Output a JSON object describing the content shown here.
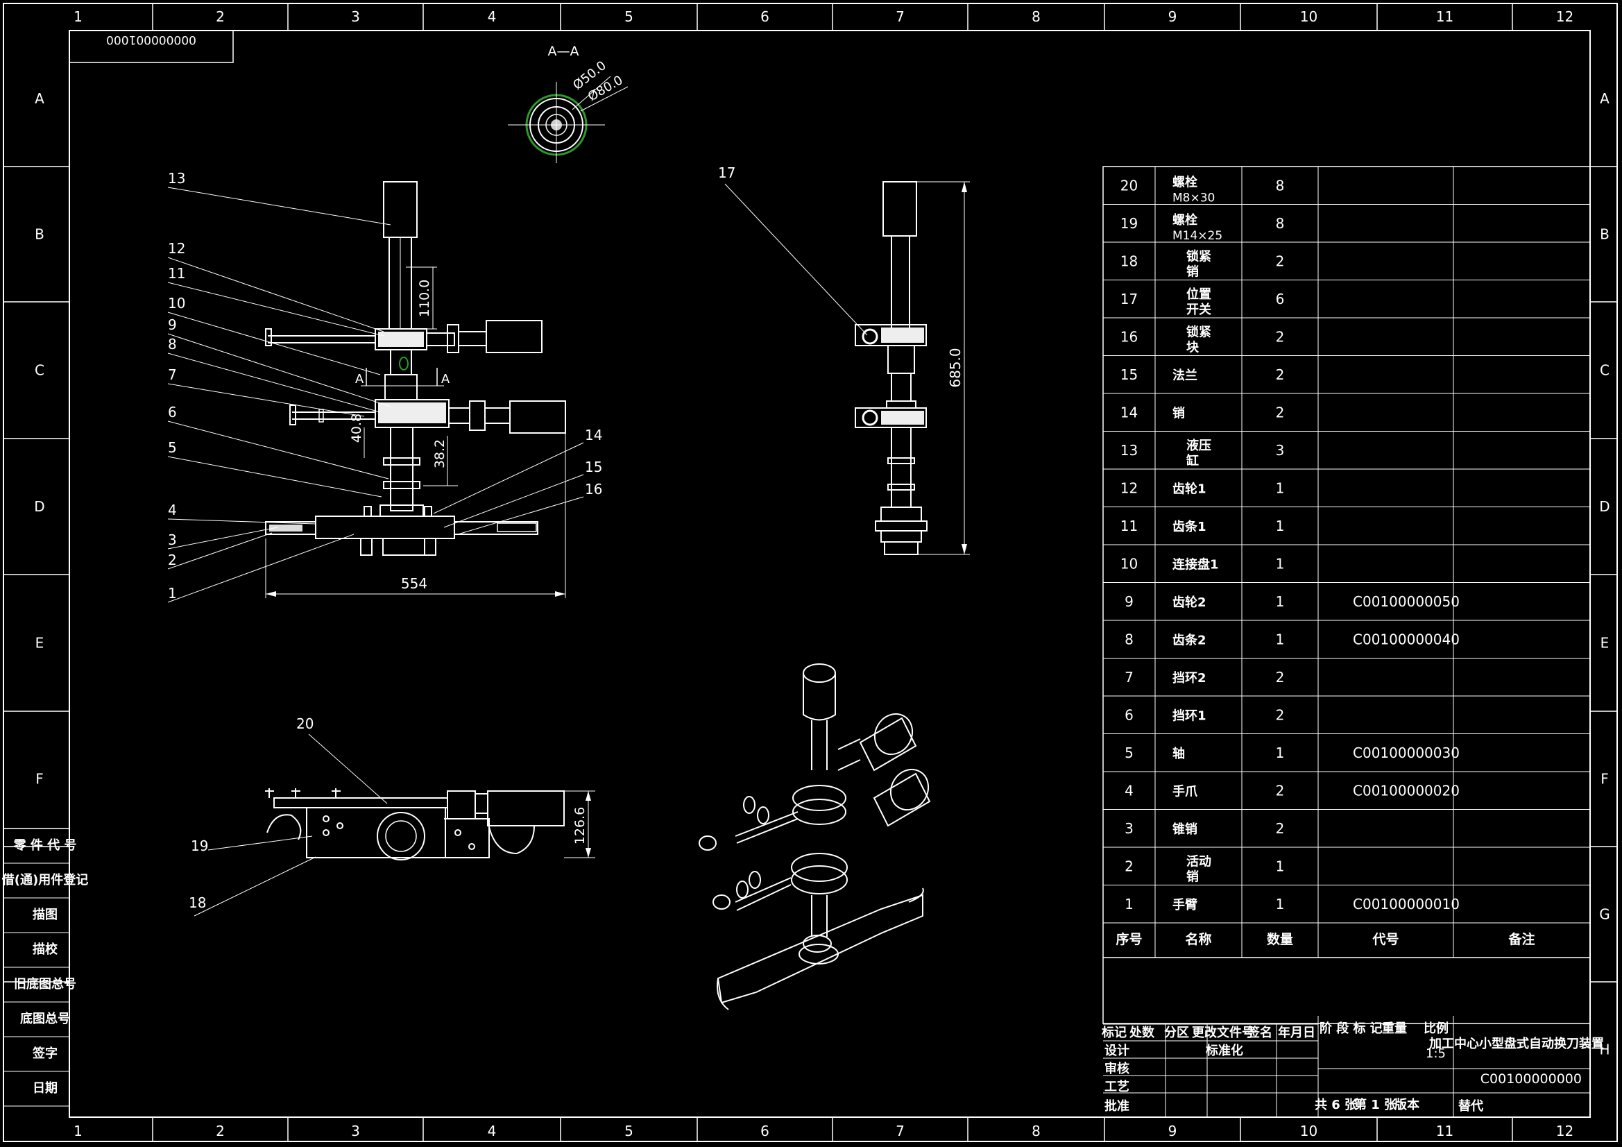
{
  "frame": {
    "cols": [
      "1",
      "2",
      "3",
      "4",
      "5",
      "6",
      "7",
      "8",
      "9",
      "10",
      "11",
      "12"
    ],
    "rows": [
      "A",
      "B",
      "C",
      "D",
      "E",
      "F",
      "G",
      "H"
    ]
  },
  "drawing_no_box": "000000001000",
  "section_label": "A—A",
  "section_dims": [
    "Ø50.0",
    "Ø80.0"
  ],
  "front_view": {
    "dims": [
      "110.0",
      "40.8",
      "38.2",
      "554"
    ],
    "section_marks": [
      "A",
      "A"
    ],
    "balloons": [
      "13",
      "12",
      "11",
      "10",
      "9",
      "8",
      "7",
      "6",
      "5",
      "4",
      "3",
      "2",
      "1",
      "14",
      "15",
      "16"
    ]
  },
  "side_view": {
    "dims": [
      "685.0"
    ],
    "balloons": [
      "17"
    ]
  },
  "top_view": {
    "dims": [
      "126.6"
    ],
    "balloons": [
      "20",
      "19",
      "18"
    ]
  },
  "bom": {
    "headers": [
      "序号",
      "名称",
      "数量",
      "代号",
      "备注"
    ],
    "rows": [
      {
        "no": "20",
        "name": "螺栓",
        "spec": "M8×30",
        "qty": "8",
        "code": ""
      },
      {
        "no": "19",
        "name": "螺栓",
        "spec": "M14×25",
        "qty": "8",
        "code": ""
      },
      {
        "no": "18",
        "name": "锁紧销",
        "spec": "",
        "qty": "2",
        "code": ""
      },
      {
        "no": "17",
        "name": "位置开关",
        "spec": "",
        "qty": "6",
        "code": ""
      },
      {
        "no": "16",
        "name": "锁紧块",
        "spec": "",
        "qty": "2",
        "code": ""
      },
      {
        "no": "15",
        "name": "法兰",
        "spec": "",
        "qty": "2",
        "code": ""
      },
      {
        "no": "14",
        "name": "销",
        "spec": "",
        "qty": "2",
        "code": ""
      },
      {
        "no": "13",
        "name": "液压缸",
        "spec": "",
        "qty": "3",
        "code": ""
      },
      {
        "no": "12",
        "name": "齿轮1",
        "spec": "",
        "qty": "1",
        "code": ""
      },
      {
        "no": "11",
        "name": "齿条1",
        "spec": "",
        "qty": "1",
        "code": ""
      },
      {
        "no": "10",
        "name": "连接盘1",
        "spec": "",
        "qty": "1",
        "code": ""
      },
      {
        "no": "9",
        "name": "齿轮2",
        "spec": "",
        "qty": "1",
        "code": "C00100000050"
      },
      {
        "no": "8",
        "name": "齿条2",
        "spec": "",
        "qty": "1",
        "code": "C00100000040"
      },
      {
        "no": "7",
        "name": "挡环2",
        "spec": "",
        "qty": "2",
        "code": ""
      },
      {
        "no": "6",
        "name": "挡环1",
        "spec": "",
        "qty": "2",
        "code": ""
      },
      {
        "no": "5",
        "name": "轴",
        "spec": "",
        "qty": "1",
        "code": "C00100000030"
      },
      {
        "no": "4",
        "name": "手爪",
        "spec": "",
        "qty": "2",
        "code": "C00100000020"
      },
      {
        "no": "3",
        "name": "锥销",
        "spec": "",
        "qty": "2",
        "code": ""
      },
      {
        "no": "2",
        "name": "活动销",
        "spec": "",
        "qty": "1",
        "code": ""
      },
      {
        "no": "1",
        "name": "手臂",
        "spec": "",
        "qty": "1",
        "code": "C00100000010"
      }
    ]
  },
  "title_block": {
    "rev_header": [
      "标记",
      "处数",
      "分区",
      "更改文件号",
      "签名",
      "年月日"
    ],
    "design": "设计",
    "standard": "标准化",
    "check": "审核",
    "process": "工艺",
    "approve": "批准",
    "stage": "阶 段 标 记",
    "weight": "重量",
    "scale": "比例",
    "scale_value": "1:5",
    "title": "加工中心小型盘式自动换刀装置",
    "drawing_no": "C00100000000",
    "sheets": "共 6 张",
    "sheet": "第 1 张",
    "version": "版本",
    "replace": "替代"
  },
  "side_strip": [
    "零 件 代 号",
    "借(通)用件登记",
    "描图",
    "描校",
    "旧底图总号",
    "底图总号",
    "签字",
    "日期"
  ]
}
